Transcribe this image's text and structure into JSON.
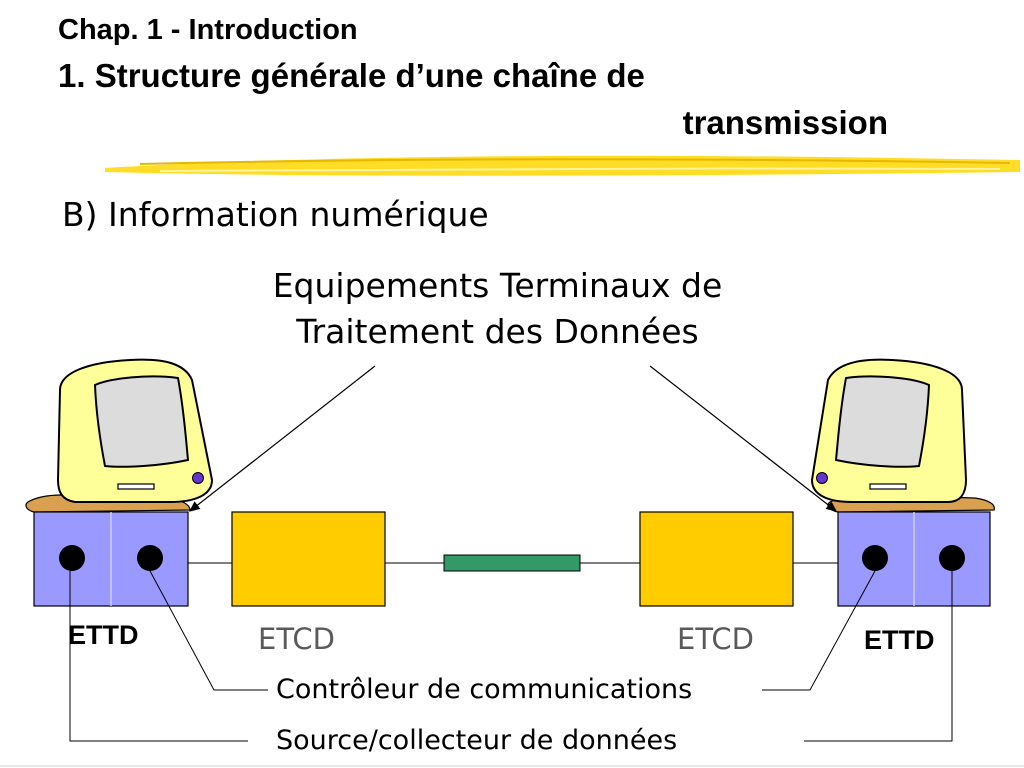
{
  "header": {
    "chapter": "Chap. 1 - Introduction",
    "title_line1": "1. Structure générale d’une chaîne de",
    "title_line2": "transmission"
  },
  "section": {
    "subtitle": "B) Information numérique"
  },
  "diagram": {
    "callout_line1": "Equipements Terminaux de",
    "callout_line2": "Traitement des Données",
    "left_ettd": "ETTD",
    "right_ettd": "ETTD",
    "left_etcd": "ETCD",
    "right_etcd": "ETCD",
    "controller_label": "Contrôleur de communications",
    "source_label": "Source/collecteur de données"
  },
  "colors": {
    "ettd_box": "#9999ff",
    "etcd_box": "#ffcc00",
    "channel": "#339966",
    "monitor": "#ffff99",
    "screen": "#dcdcdc",
    "underline": "#ffd700"
  },
  "icons": [
    "computer-icon",
    "computer-icon"
  ]
}
